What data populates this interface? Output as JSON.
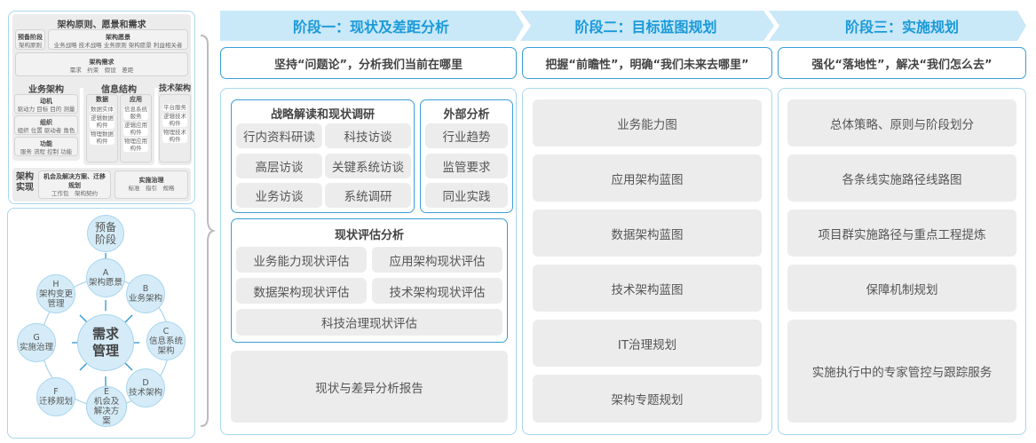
{
  "left_framework": {
    "title": "架构原则、愿景和需求",
    "prelim": {
      "title": "预备阶段",
      "items": "架构原则"
    },
    "vision": {
      "title": "架构愿景",
      "items": "业务战略 技术战略 业务原则 架构愿景 利益相关者"
    },
    "requirements": {
      "title": "架构需求",
      "items": "需求　约束　假设　差距"
    },
    "business": {
      "title": "业务架构",
      "groups": [
        {
          "title": "动机",
          "items": "驱动力 目标 目的 测量"
        },
        {
          "title": "组织",
          "items": "组织 位置 驱动者 角色"
        },
        {
          "title": "功能",
          "items": "服务 流程 控制 功能"
        }
      ]
    },
    "info": {
      "title": "信息结构",
      "data": {
        "title": "数据",
        "items": [
          "数据实体",
          "逻辑数据构件",
          "物理数据构件"
        ]
      },
      "app": {
        "title": "应用",
        "items": [
          "信息系统服务",
          "逻辑应用构件",
          "物理应用构件"
        ]
      }
    },
    "tech": {
      "title": "技术架构",
      "items": [
        "平台服务",
        "逻辑技术构件",
        "物理技术构件"
      ]
    },
    "realization": {
      "title": "架构实现",
      "opportunity": {
        "title": "机会及解决方案、迁移规划",
        "items": "工作包　架构契约"
      },
      "governance": {
        "title": "实施治理",
        "items": "标准　指引　规格"
      }
    }
  },
  "cycle": {
    "prelim": "预备阶段",
    "center": "需求管理",
    "phases": [
      {
        "letter": "A",
        "label": "架构愿景"
      },
      {
        "letter": "B",
        "label": "业务架构"
      },
      {
        "letter": "C",
        "label": "信息系统架构"
      },
      {
        "letter": "D",
        "label": "技术架构"
      },
      {
        "letter": "E",
        "label": "机会及解决方案"
      },
      {
        "letter": "F",
        "label": "迁移规划"
      },
      {
        "letter": "G",
        "label": "实施治理"
      },
      {
        "letter": "H",
        "label": "架构变更管理"
      }
    ]
  },
  "stages": [
    {
      "title": "阶段一：现状及差距分析",
      "subtitle": "坚持“问题论”，分析我们当前在哪里",
      "strategy": {
        "title": "战略解读和现状调研",
        "items": [
          "行内资料研读",
          "科技访谈",
          "高层访谈",
          "关键系统访谈",
          "业务访谈",
          "系统调研"
        ]
      },
      "external": {
        "title": "外部分析",
        "items": [
          "行业趋势",
          "监管要求",
          "同业实践"
        ]
      },
      "assessment": {
        "title": "现状评估分析",
        "items": [
          "业务能力现状评估",
          "应用架构现状评估",
          "数据架构现状评估",
          "技术架构现状评估",
          "科技治理现状评估"
        ]
      },
      "report": "现状与差异分析报告"
    },
    {
      "title": "阶段二：目标蓝图规划",
      "subtitle": "把握“前瞻性”，明确“我们未来去哪里”",
      "items": [
        "业务能力图",
        "应用架构蓝图",
        "数据架构蓝图",
        "技术架构蓝图",
        "IT治理规划",
        "架构专题规划"
      ]
    },
    {
      "title": "阶段三：实施规划",
      "subtitle": "强化“落地性”，解决“我们怎么去”",
      "items": [
        "总体策略、原则与阶段划分",
        "各条线实施路径线路图",
        "项目群实施路径与重点工程提炼",
        "保障机制规划",
        "实施执行中的专家管控与跟踪服务"
      ]
    }
  ],
  "colors": {
    "accent": "#3a9fd6",
    "banner": "#c9e8f8",
    "banner_text": "#1a9ad8",
    "item_bg": "#ececec"
  }
}
